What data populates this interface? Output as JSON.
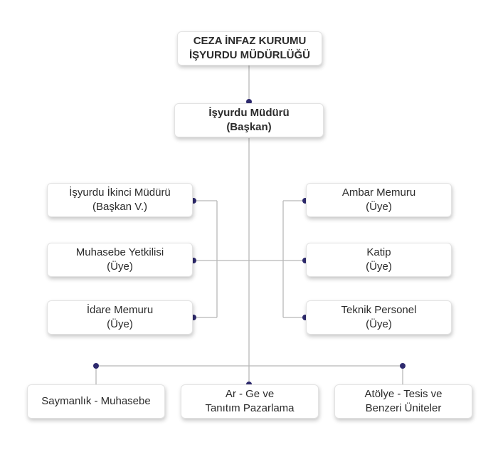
{
  "org": {
    "top": {
      "line1": "CEZA İNFAZ KURUMU",
      "line2": "İŞYURDU MÜDÜRLÜĞÜ"
    },
    "head": {
      "line1": "İşyurdu Müdürü",
      "line2": "(Başkan)"
    },
    "left": [
      {
        "line1": "İşyurdu İkinci Müdürü",
        "line2": "(Başkan V.)"
      },
      {
        "line1": "Muhasebe Yetkilisi",
        "line2": "(Üye)"
      },
      {
        "line1": "İdare Memuru",
        "line2": "(Üye)"
      }
    ],
    "right": [
      {
        "line1": "Ambar Memuru",
        "line2": "(Üye)"
      },
      {
        "line1": "Katip",
        "line2": "(Üye)"
      },
      {
        "line1": "Teknik Personel",
        "line2": "(Üye)"
      }
    ],
    "bottom": [
      {
        "line1": "Saymanlık - Muhasebe",
        "line2": ""
      },
      {
        "line1": "Ar - Ge ve",
        "line2": "Tanıtım Pazarlama"
      },
      {
        "line1": "Atölye - Tesis ve",
        "line2": "Benzeri Üniteler"
      }
    ]
  },
  "colors": {
    "connector": "#b8b8b8",
    "dot": "#2e2a6e",
    "text": "#2b2b2b"
  }
}
